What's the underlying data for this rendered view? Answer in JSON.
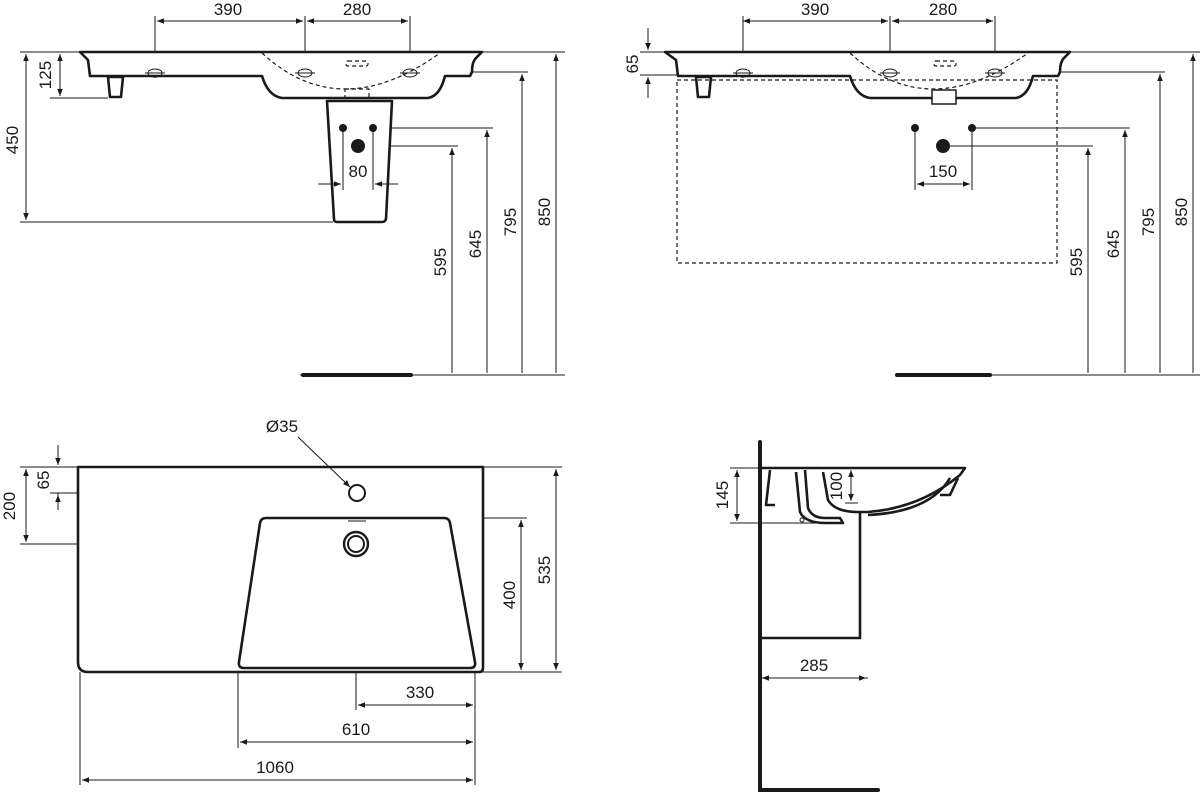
{
  "front_view": {
    "dims": {
      "tap_spacing_left": "390",
      "tap_spacing_right": "280",
      "rim_depth": "125",
      "pedestal_height": "450",
      "pipe_spacing": "80",
      "waste_height": "595",
      "supply_height": "645",
      "underside_height": "795",
      "rim_height": "850"
    }
  },
  "front_view_wall": {
    "dims": {
      "tap_spacing_left": "390",
      "tap_spacing_right": "280",
      "rim_depth": "65",
      "pipe_spacing": "150",
      "waste_height": "595",
      "supply_height": "645",
      "underside_height": "795",
      "rim_height": "850"
    }
  },
  "plan_view": {
    "dims": {
      "tap_hole_diameter": "Ø35",
      "tap_hole_offset": "65",
      "waste_offset": "200",
      "bowl_depth": "400",
      "overall_depth": "535",
      "waste_to_edge": "330",
      "bowl_width": "610",
      "overall_width": "1060"
    }
  },
  "side_view": {
    "dims": {
      "rim_thickness": "145",
      "bowl_depth": "100",
      "projection": "285"
    }
  },
  "colors": {
    "ink": "#1a1a1a",
    "background": "#ffffff"
  }
}
